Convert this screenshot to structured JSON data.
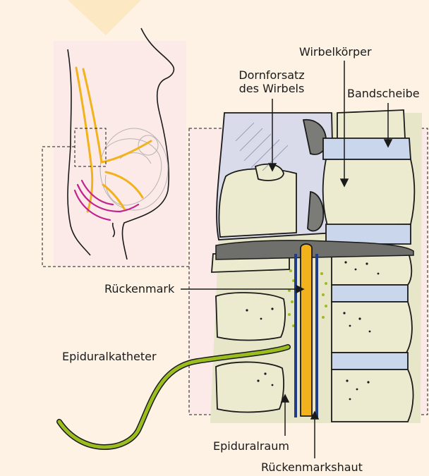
{
  "labels": {
    "wirbelkoerper": "Wirbelkörper",
    "dornfortsatz_line1": "Dornforsatz",
    "dornfortsatz_line2": "des Wirbels",
    "bandscheibe": "Bandscheibe",
    "rueckenmark": "Rückenmark",
    "epiduralkatheter": "Epiduralkatheter",
    "epiduralraum": "Epiduralraum",
    "rueckenmarkshaut": "Rückenmarkshaut"
  },
  "colors": {
    "background": "#fdf2e3",
    "panel": "#fbeae8",
    "bone": "#ecebd0",
    "disc": "#c9d6ec",
    "spinal_cord": "#f2b21b",
    "meninges": "#1f3d8a",
    "catheter": "#9bbd1e",
    "nerves_pink": "#c2248e",
    "outline": "#1a1a1a"
  }
}
